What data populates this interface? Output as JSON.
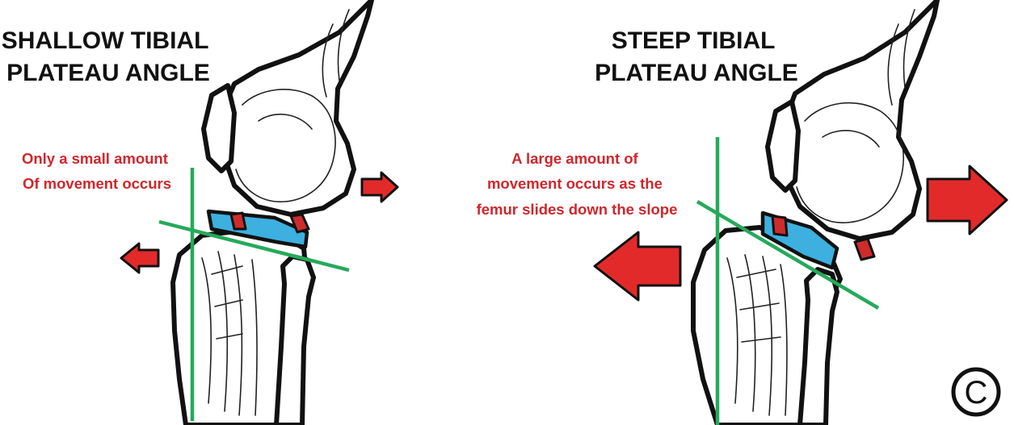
{
  "panels": [
    {
      "title": [
        "SHALLOW TIBIAL",
        "PLATEAU ANGLE"
      ],
      "note": [
        "Only a small amount",
        "Of movement occurs"
      ]
    },
    {
      "title": [
        "STEEP TIBIAL",
        "PLATEAU ANGLE"
      ],
      "note": [
        "A large amount of",
        "movement occurs as the",
        "femur slides down the slope"
      ]
    }
  ],
  "copyright_symbol": "C",
  "colors": {
    "axis_line": "#26a95b",
    "arrow": "#e32a2a",
    "meniscus": "#3db0df",
    "ligament": "#cf2b2b",
    "note_text": "#d0262b"
  }
}
